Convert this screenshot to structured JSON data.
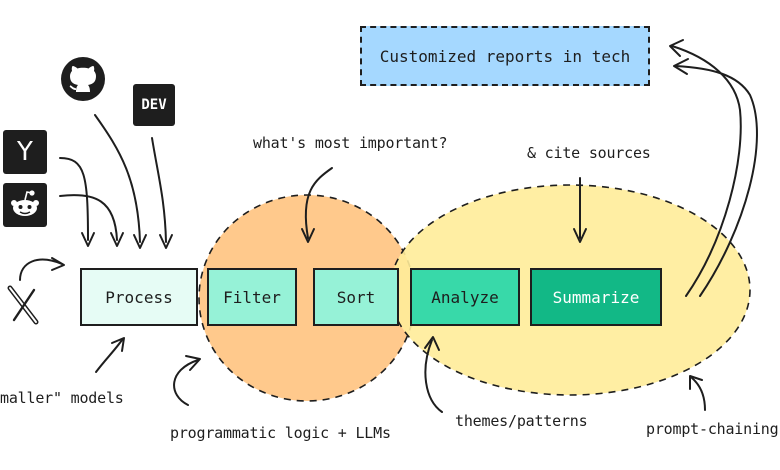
{
  "report_box": {
    "label": "Customized reports in tech",
    "color": "#a5d8ff"
  },
  "stages": [
    {
      "label": "Process",
      "color": "#e6fcf5"
    },
    {
      "label": "Filter",
      "color": "#96f2d7"
    },
    {
      "label": "Sort",
      "color": "#96f2d7"
    },
    {
      "label": "Analyze",
      "color": "#38d9a9"
    },
    {
      "label": "Summarize",
      "color": "#12b886"
    }
  ],
  "annotations": {
    "whats_important": "what's most important?",
    "cite_sources": "& cite sources",
    "smaller_models": "maller\" models",
    "programmatic": "programmatic logic + LLMs",
    "themes": "themes/patterns",
    "prompt_chaining": "prompt-chaining"
  },
  "sources": {
    "ycombinator": {
      "glyph": "Y",
      "icon": "ycombinator-icon"
    },
    "reddit": {
      "icon": "reddit-icon"
    },
    "github": {
      "icon": "github-icon"
    },
    "devto": {
      "glyph": "DEV",
      "icon": "devto-icon"
    },
    "x": {
      "icon": "x-icon"
    }
  },
  "regions": {
    "orange": "#ffc078",
    "yellow": "#ffec99"
  }
}
